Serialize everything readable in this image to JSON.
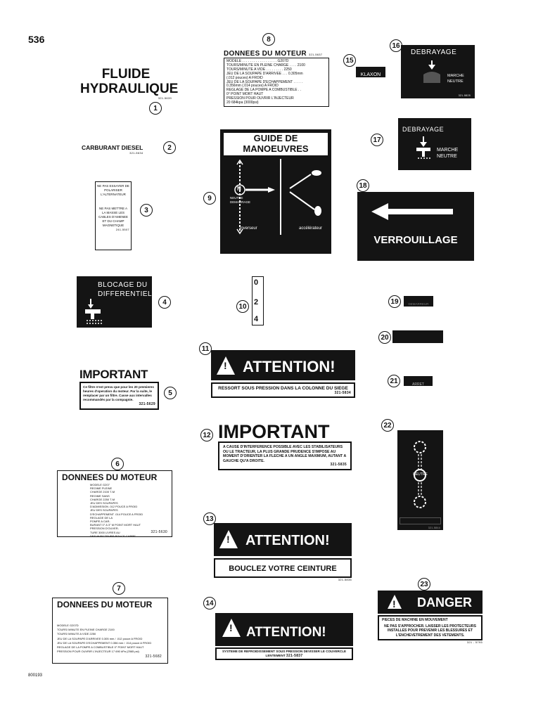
{
  "page": {
    "number": "536",
    "figure_id": "800193"
  },
  "callouts": [
    "1",
    "2",
    "3",
    "4",
    "5",
    "6",
    "7",
    "8",
    "9",
    "10",
    "11",
    "12",
    "13",
    "14",
    "15",
    "16",
    "17",
    "18",
    "19",
    "20",
    "21",
    "22",
    "23"
  ],
  "decals": {
    "d1": {
      "line1": "FLUIDE",
      "line2": "HYDRAULIQUE",
      "code": "321-5639"
    },
    "d2": {
      "text": "CARBURANT DIESEL",
      "code": "321-5634"
    },
    "d3": {
      "top": "NE PAS ESSAYER DE POLARISER L'ALTERNATEUR",
      "bottom": "NE PAS METTRE A LA MASSE LES CABLES D'AMENEE ET DU CHAMP MAGNETIQUE",
      "code": "241-5507"
    },
    "d4": {
      "line1": "BLOCAGE DU",
      "line2": "DIFFERENTIEL"
    },
    "d5": {
      "title": "IMPORTANT",
      "text": "Ce filtre n'est prevu que pour les 20 premieres heures d'operation du moteur. Par la suite, le remplacer par un filtre. Casse aux intervalles recommandés par la compagnie.",
      "code": "321-5629"
    },
    "d6": {
      "title": "DONNEES DU MOTEUR",
      "rows": [
        "MODELE  G207",
        "REGIME PLEINE",
        "CHARGE  2100 T-M",
        "REGIME SANS",
        "CHARGE  2250 T-M",
        "JEU DES SOUPAPES",
        "D'ADMISSION  .012 POUCE A FROID",
        "JEU DES SOUPAPES",
        "D'ECHAPPEMENT  .014 POUCE A FROID",
        "REGLAGE DE LA",
        "POMPE A CAR-",
        "BURANT  0° A 3° M  POINT MORT HAUT",
        "PRESSION D'OUVER-",
        "TURE  3000 LIVRES AU",
        "DES INJECTEURS  POUCE CARRE"
      ],
      "code": "321-5630"
    },
    "d7": {
      "title": "DONNEES DU MOTEUR",
      "rows": [
        "MODELE  G207D",
        "TOURS/ MINUTE EN PLEINE CHARGE  2100",
        "TOURS/ MINUTE A VIDE  2250",
        "JEU DE LA SOUPAPE D'ARRIVEE  0.305 mm / .012 pouce A FROID",
        "JEU DE LA SOUPAPE D'ECHAPPEMENT  0.356 mm / .014 pouce A FROID",
        "REGLAGE DE LA POMPE A COMBUSTIBLE  0° POINT MORT HAUT",
        "PRESSION POUR OUVRIR L'INJECTEUR  17 690 kPa (2565 psi)"
      ],
      "code": "321-5682"
    },
    "d8": {
      "title": "DONNEES DU MOTEUR",
      "code_top": "321-5637",
      "rows": [
        "MODELE . . . . . . . . . . . . . . . . . . G207D",
        "TOURS/MINUTE EN PLEINE CHARGE . . . . 2100",
        "TOURS/MINUTE A VIDE . . . . . . . . . 2250",
        "JEU DE LA SOUPAPE D'ARRIVEE . . . 0.305mm",
        "(.012 pouces) A FROID",
        "JEU DE LA SOUPAPE D'ECHAPPEMENT . . . . .",
        "0.356mm (.014 pouces) A FROID",
        "REGLAGE DE LA POMPE A COMBUSTIBLE . .",
        "0° POINT MORT HAUT",
        "PRESSION POUR OUVRIR L'INJECTEUR",
        "20 684kpa (3000psi)"
      ]
    },
    "d9": {
      "title1": "GUIDE DE",
      "title2": "MANOEUVRES",
      "neutral": "N",
      "neutral_label": "NEUTRE DEMARRAGE",
      "left_label": "inverseur",
      "right_label": "accélérateur"
    },
    "d10": {
      "g0": "0",
      "g2": "2",
      "g4": "4"
    },
    "d11": {
      "header": "ATTENTION!",
      "text": "RESSORT SOUS PRESSION DANS LA COLONNE DU SIEGE",
      "code": "321-5834"
    },
    "d12": {
      "title": "IMPORTANT",
      "text": "A CAUSE D'INTERFERENCE POSSIBLE AVEC LES STABILISATEURS OU LE TRACTEUR, LA PLUS GRANDE PRUDENCE S'IMPOSE AU MOMENT D'ORIENTER LA FLECHE A UN ANGLE MAXIMUM, AUTANT A GAUCHE QU'A DROITE.",
      "code": "321-5835"
    },
    "d13": {
      "header": "ATTENTION!",
      "text": "BOUCLEZ VOTRE CEINTURE",
      "code": "321-5836"
    },
    "d14": {
      "header": "ATTENTION!",
      "text": "SYSTEME DE REFROIDISSEMENT SOUS PRESSION DEVISSER LE COUVERCLE LENTEMENT",
      "code": "321-5837"
    },
    "d15": {
      "text": "KLAXON"
    },
    "d16": {
      "title": "DEBRAYAGE",
      "line1": "MARCHE",
      "line2": "NEUTRE",
      "code": "321-5825"
    },
    "d17": {
      "title": "DEBRAYAGE",
      "line1": "MARCHE",
      "line2": "NEUTRE"
    },
    "d18": {
      "text": "VERROUILLAGE"
    },
    "d19": {
      "text": "DEMARREUR"
    },
    "d21": {
      "text": "ARRET"
    },
    "d22": {
      "label": "NEUTRE",
      "code": "321-5844"
    },
    "d23": {
      "header": "DANGER",
      "line1": "PIECES DE MACHINE EN MOUVEMENT",
      "line2": "NE PAS S'APPROCHER. LAISSER LES PROTECTEURS INSTALLES POUR PREVENIR LES BLESSURES ET L'ENCHEVETREMENT DES VETEMENTS.",
      "code": "321 - 5795"
    }
  }
}
